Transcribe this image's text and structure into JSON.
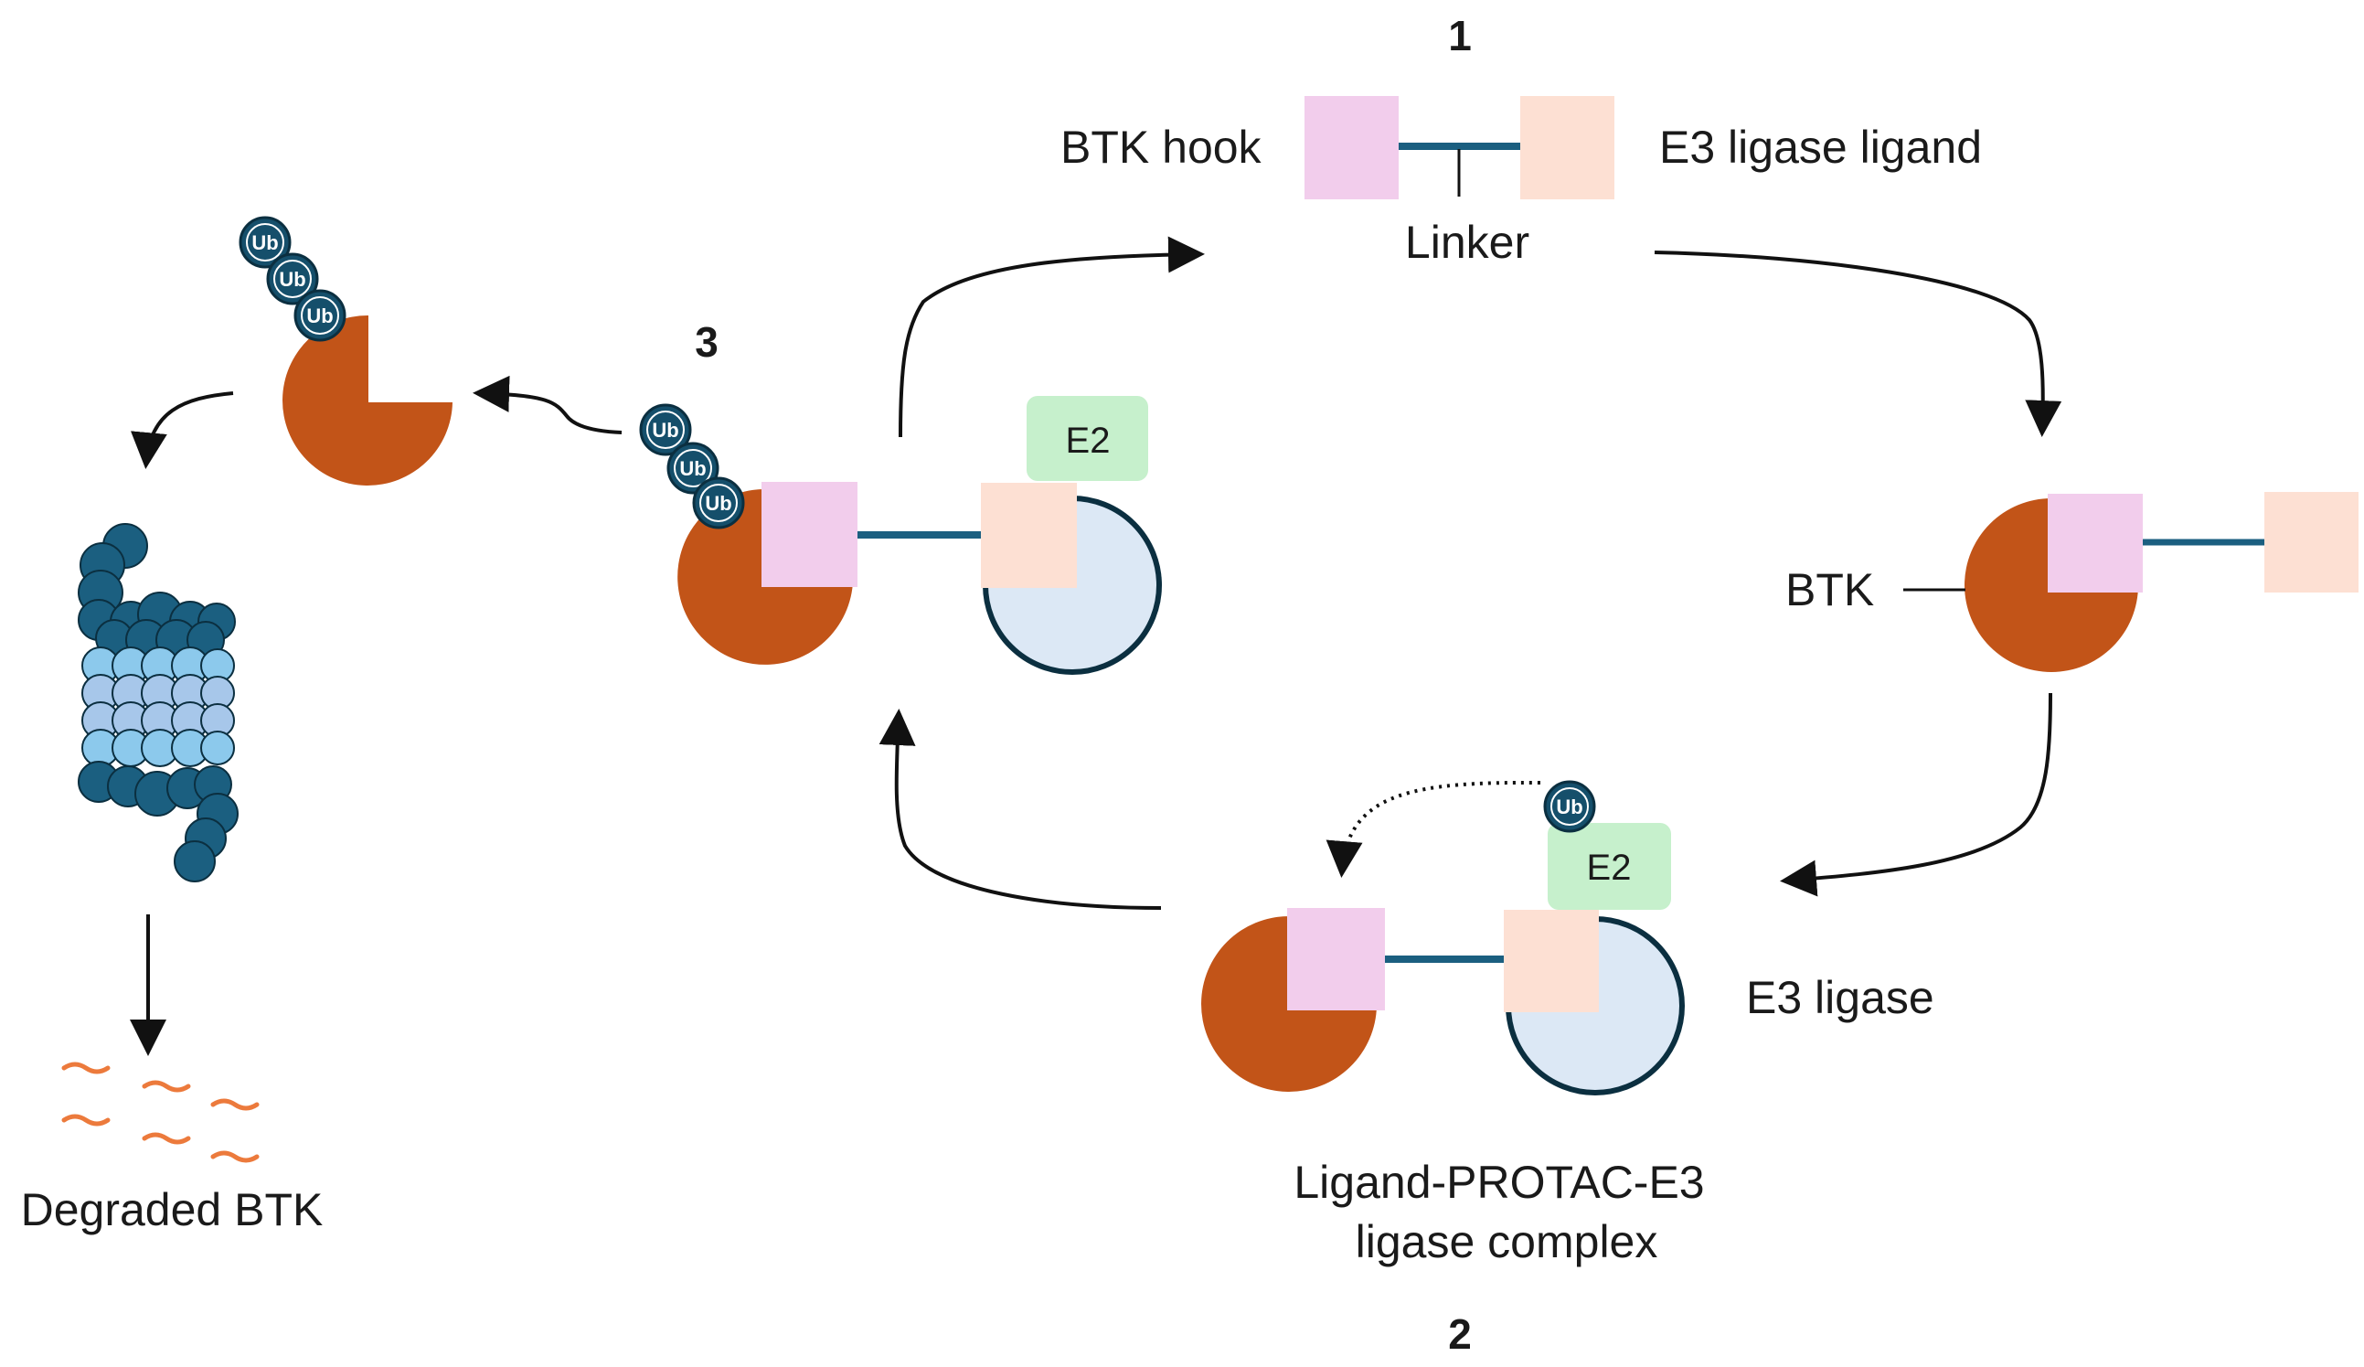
{
  "steps": {
    "step1": "1",
    "step2": "2",
    "step3": "3"
  },
  "labels": {
    "btk_hook": "BTK hook",
    "e3_ligase_ligand": "E3 ligase ligand",
    "linker": "Linker",
    "btk": "BTK",
    "e3_ligase": "E3 ligase",
    "complex_line1": "Ligand-PROTAC-E3",
    "complex_line2": "ligase complex",
    "degraded_btk": "Degraded BTK",
    "e2": "E2",
    "ub": "Ub"
  },
  "colors": {
    "btk_protein": "#c25418",
    "btk_hook": "#f2cdec",
    "e3_ligand": "#fde0d3",
    "e3_ligase": "#dce8f5",
    "e2": "#c6f0cc",
    "linker": "#1b5f80",
    "ubiquitin": "#154f6b",
    "proteasome_dark": "#1b5f80",
    "proteasome_light": "#8cc9ec",
    "fragments": "#ec7a3c"
  }
}
